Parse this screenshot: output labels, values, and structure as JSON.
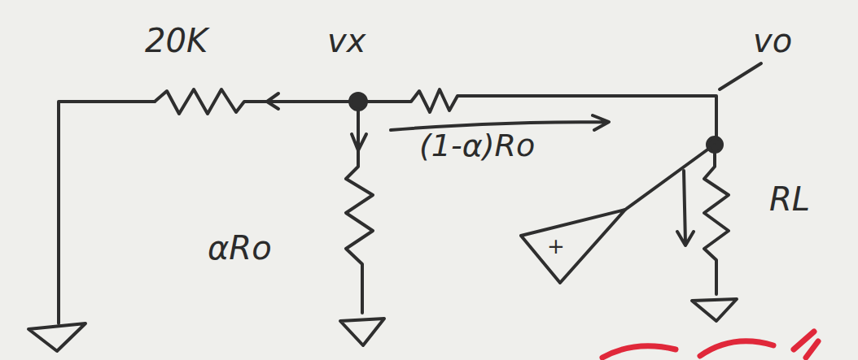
{
  "diagram": {
    "labels": [
      "20K",
      "vx",
      "vo",
      "(1-α)Ro",
      "αRo",
      "RL",
      "+"
    ]
  }
}
